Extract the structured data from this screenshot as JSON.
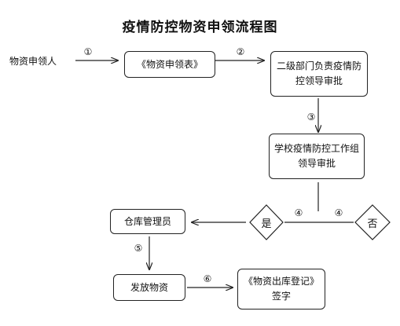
{
  "title": "疫情防控物资申领流程图",
  "applicant": "物资申领人",
  "steps": {
    "form": "《物资申领表》",
    "dept_approval": "二级部门负责疫情防控领导审批",
    "school_approval": "学校疫情防控工作组领导审批",
    "warehouse": "仓库管理员",
    "distribute": "发放物资",
    "register": "《物资出库登记》签字"
  },
  "decisions": {
    "yes": "是",
    "no": "否"
  },
  "step_numbers": {
    "n1": "①",
    "n2": "②",
    "n3": "③",
    "n4a": "④",
    "n4b": "④",
    "n5": "⑤",
    "n6": "⑥"
  }
}
